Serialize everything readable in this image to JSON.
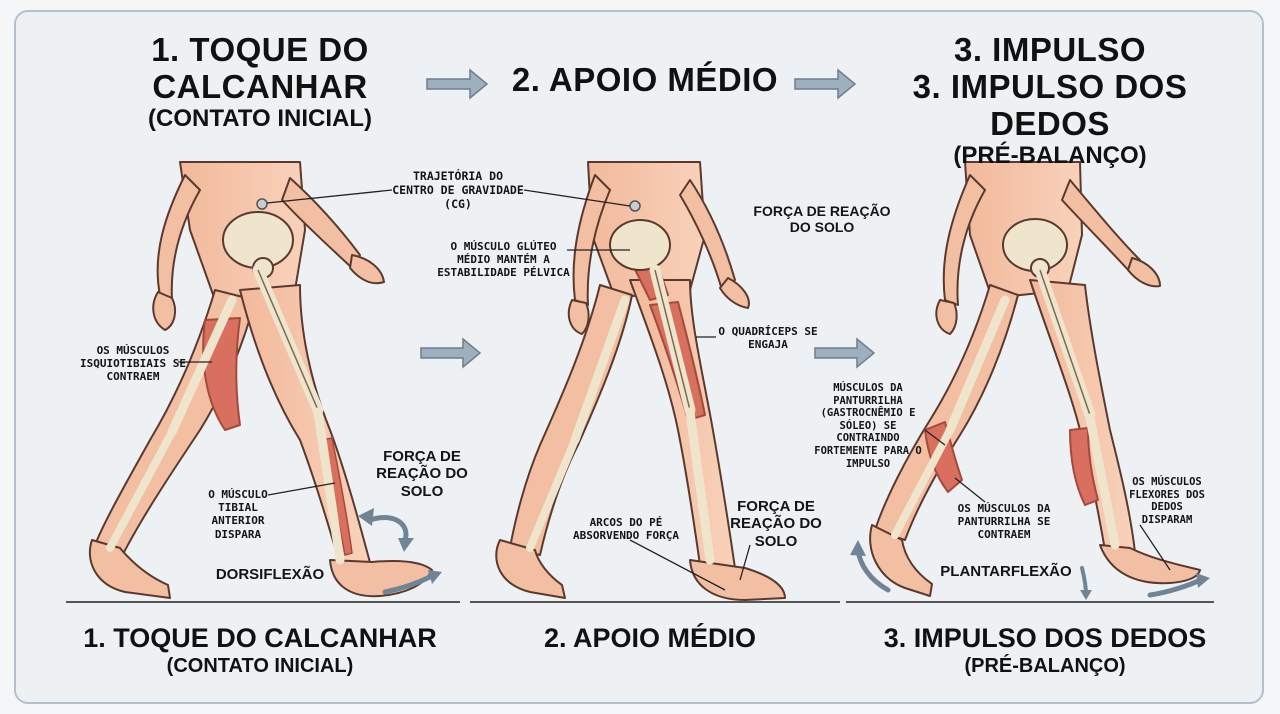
{
  "headers": [
    {
      "title": "1. TOQUE DO CALCANHAR",
      "subtitle": "(CONTATO INICIAL)"
    },
    {
      "title": "2. APOIO MÉDIO",
      "subtitle": ""
    },
    {
      "title_line1": "3. IMPULSO",
      "title": "3. IMPULSO DOS DEDOS",
      "subtitle": "(PRÉ-BALANÇO)"
    }
  ],
  "footers": [
    {
      "title": "1. TOQUE DO CALCANHAR",
      "subtitle": "(CONTATO INICIAL)"
    },
    {
      "title": "2. APOIO MÉDIO",
      "subtitle": ""
    },
    {
      "title": "3. IMPULSO DOS DEDOS",
      "subtitle": "(PRÉ-BALANÇO)"
    }
  ],
  "labels": {
    "cg": "TRAJETÓRIA DO CENTRO DE GRAVIDADE (CG)",
    "grf_top": "FORÇA DE REAÇÃO DO SOLO",
    "gluteus": "O MÚSCULO GLÚTEO MÉDIO MANTÉM A ESTABILIDADE PÉLVICA",
    "hamstrings": "OS MÚSCULOS ISQUIOTIBIAIS SE CONTRAEM",
    "quadriceps": "O QUADRÍCEPS SE ENGAJA",
    "grf_left": "FORÇA DE REAÇÃO DO SOLO",
    "tibialis": "O MÚSCULO TIBIAL ANTERIOR DISPARA",
    "dorsiflexion": "DORSIFLEXÃO",
    "arches": "ARCOS DO PÉ ABSORVENDO FORÇA",
    "grf_mid": "FORÇA DE REAÇÃO DO SOLO",
    "calf_strong": "MÚSCULOS DA PANTURRILHA (GASTROCNÊMIO E SÓLEO) SE CONTRAINDO FORTEMENTE PARA O IMPULSO",
    "calf": "OS MÚSCULOS DA PANTURRILHA SE CONTRAEM",
    "flexors": "OS MÚSCULOS FLEXORES DOS DEDOS DISPARAM",
    "plantarflexion": "PLANTARFLEXÃO"
  },
  "colors": {
    "skin": "#f6c8ad",
    "skin_outline": "#5a3a2e",
    "muscle": "#d9705f",
    "bone": "#efe5cc",
    "arrow": "#8fa0ae",
    "frame": "#b4c0cc"
  }
}
